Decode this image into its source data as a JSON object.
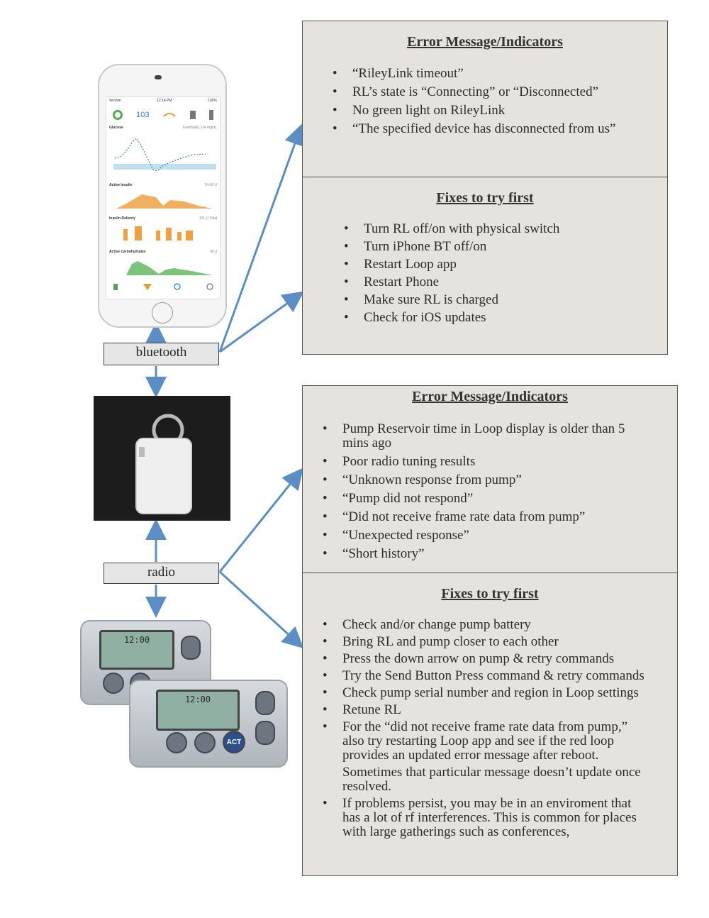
{
  "phone_screen": {
    "status": {
      "carrier": "Verizon",
      "time": "12:14 PM",
      "battery": "100%"
    },
    "glucose_value": "103",
    "charts": [
      {
        "title": "Glucose",
        "note": "Eventually 124 mg/dL"
      },
      {
        "title": "Active Insulin",
        "note": "14.49 U"
      },
      {
        "title": "Insulin Delivery",
        "note": "101 U Total"
      },
      {
        "title": "Active Carbohydrates",
        "note": "40 g"
      }
    ]
  },
  "labels": {
    "bluetooth": "bluetooth",
    "radio": "radio"
  },
  "pump_screen": {
    "display": "12:00"
  },
  "pump_buttons": {
    "act": "ACT"
  },
  "section1": {
    "errors": {
      "title": "Error Message/Indicators",
      "items": [
        "“RileyLink timeout”",
        "RL’s state is “Connecting” or “Disconnected”",
        "No green light on RileyLink",
        "“The specified device has disconnected from us”"
      ]
    },
    "fixes": {
      "title": "Fixes to try first",
      "items": [
        "Turn RL off/on with physical switch",
        "Turn iPhone BT off/on",
        "Restart Loop app",
        "Restart Phone",
        "Make sure RL is charged",
        "Check for iOS updates"
      ]
    }
  },
  "section2": {
    "errors": {
      "title": "Error Message/Indicators",
      "items": [
        "Pump Reservoir time in Loop display is older than 5 mins ago",
        "Poor radio tuning results",
        "“Unknown response from pump”",
        "“Pump did not respond”",
        "“Did not receive frame rate data from pump”",
        "“Unexpected response”",
        "“Short history”"
      ]
    },
    "fixes": {
      "title": "Fixes to try first",
      "items": [
        "Check and/or change pump battery",
        "Bring RL and pump closer to each other",
        "Press the down arrow on pump & retry commands",
        "Try the Send Button Press command & retry commands",
        "Check pump serial number and region in Loop settings",
        "Retune RL",
        "For the “did not receive frame rate data from pump,” also try restarting Loop app and see if the red loop provides an updated error message after reboot.",
        "If problems persist, you may be in an enviroment that has a lot of rf interferences.  This is common for places with large gatherings such as conferences,"
      ],
      "item7_extra": "Sometimes that particular message doesn’t update once resolved."
    }
  },
  "colors": {
    "box_bg": "#e6e3df",
    "arrow": "#5b8ec4",
    "border": "#555555"
  }
}
